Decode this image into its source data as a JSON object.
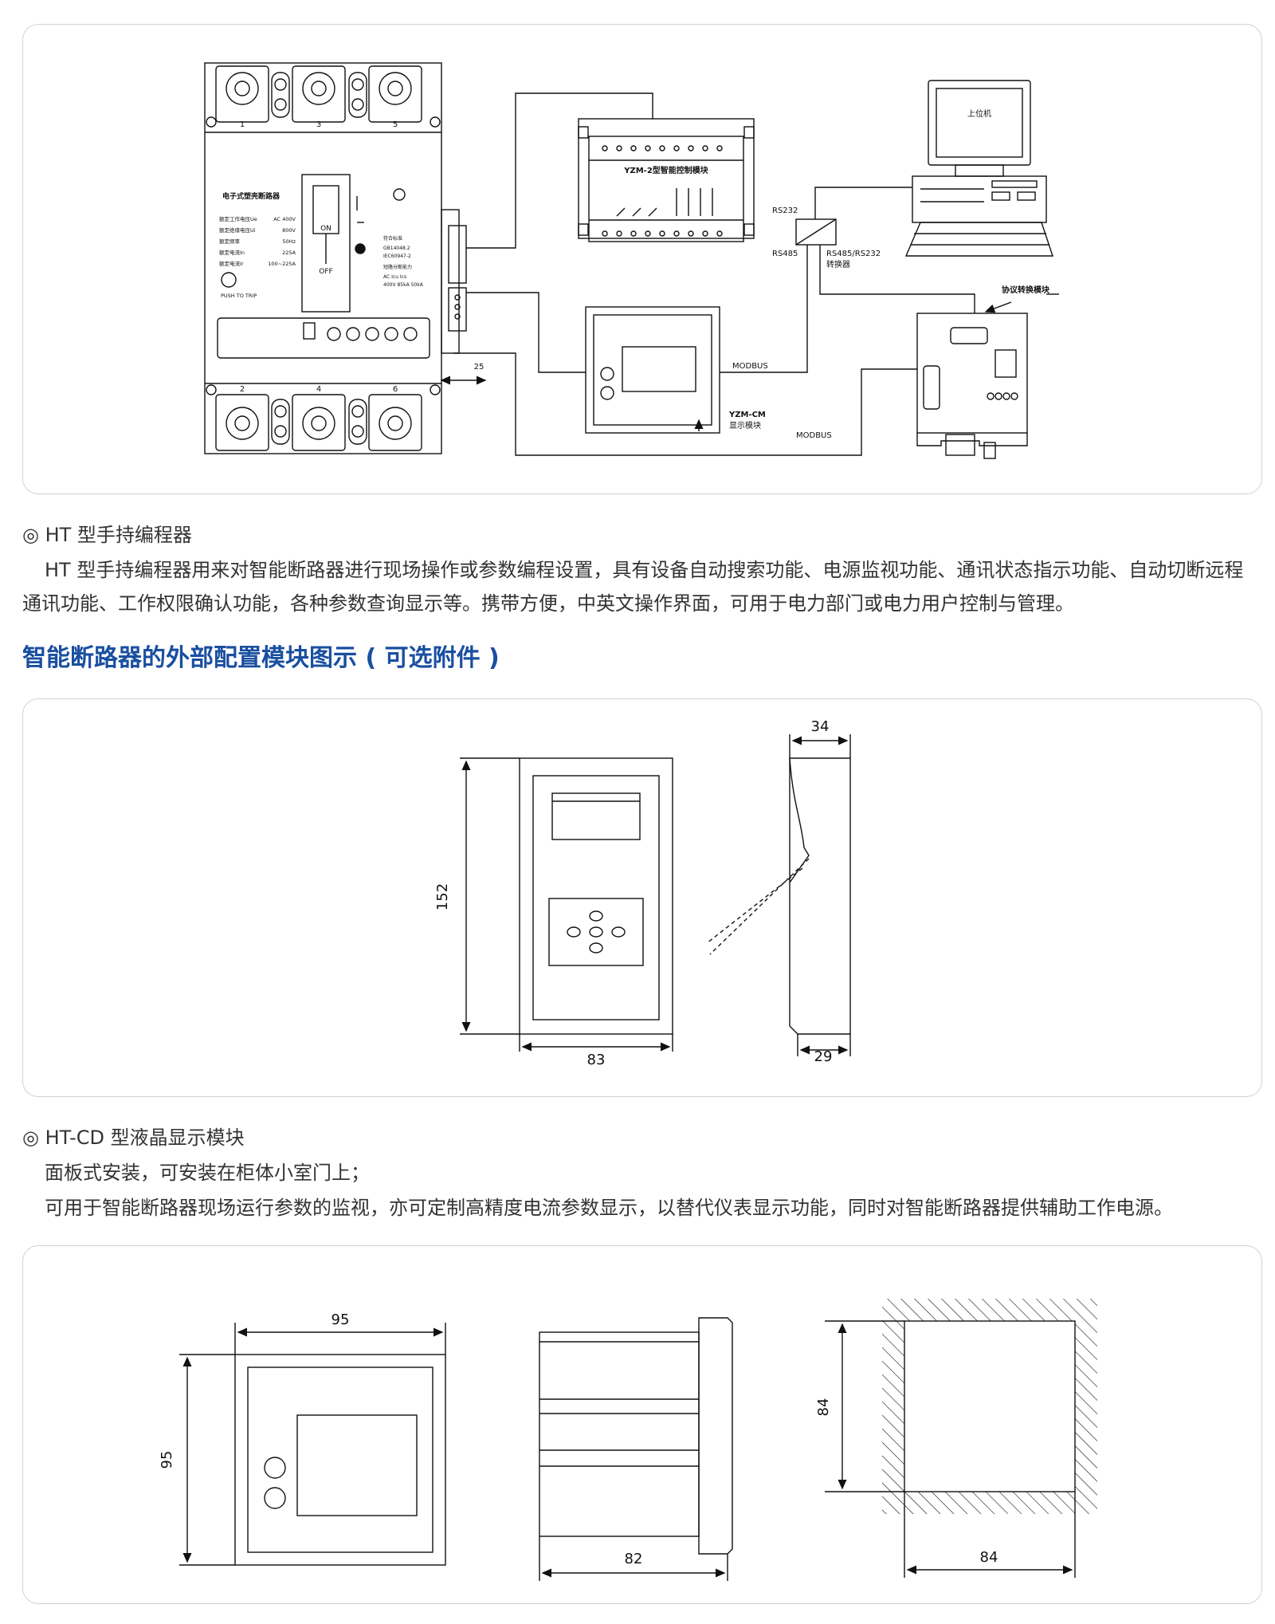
{
  "diagram1": {
    "terminal_top": [
      "1",
      "3",
      "5"
    ],
    "terminal_bottom": [
      "2",
      "4",
      "6"
    ],
    "breaker_label": "电子式塑壳断路器",
    "breaker_specs": [
      [
        "额定工作电压Ue",
        "AC 400V"
      ],
      [
        "额定绝缘电压Ui",
        "800V"
      ],
      [
        "额定频率",
        "50Hz"
      ],
      [
        "额定电流In",
        "225A"
      ],
      [
        "额定电流Ir",
        "100~225A"
      ]
    ],
    "on_label": "ON",
    "off_label": "OFF",
    "push_label": "PUSH TO TRIP",
    "standard_title": "符合标准",
    "standard_lines": [
      "GB14048.2",
      "IEC60947-2"
    ],
    "breaking_title": "短路分断能力",
    "breaking_table": [
      "AC  Icu  Ics",
      "400V 85kA 50kA"
    ],
    "dim_25": "25",
    "module_label": "YZM-2型智能控制模块",
    "host_label": "上位机",
    "rs232": "RS232",
    "rs485": "RS485",
    "converter_label_1": "RS485/RS232",
    "converter_label_2": "转换器",
    "protocol_label": "协议转换模块",
    "display_label_1": "YZM-CM",
    "display_label_2": "显示模块",
    "modbus_1": "MODBUS",
    "modbus_2": "MODBUS"
  },
  "ht": {
    "heading": "◎ HT 型手持编程器",
    "description": "HT 型手持编程器用来对智能断路器进行现场操作或参数编程设置，具有设备自动搜索功能、电源监视功能、通讯状态指示功能、自动切断远程通讯功能、工作权限确认功能，各种参数查询显示等。携带方便，中英文操作界面，可用于电力部门或电力用户控制与管理。"
  },
  "section_title": "智能断路器的外部配置模块图示 ( 可选附件 )",
  "diagram2": {
    "dim_height": "152",
    "dim_width": "83",
    "dim_depth_top": "34",
    "dim_depth_bottom": "29"
  },
  "htcd": {
    "heading": "◎ HT-CD 型液晶显示模块",
    "line1": "面板式安装，可安装在柜体小室门上；",
    "line2": "可用于智能断路器现场运行参数的监视，亦可定制高精度电流参数显示，以替代仪表显示功能，同时对智能断路器提供辅助工作电源。"
  },
  "diagram3": {
    "front_width": "95",
    "front_height": "95",
    "side_depth": "82",
    "cutout_height": "84",
    "cutout_width": "84"
  }
}
